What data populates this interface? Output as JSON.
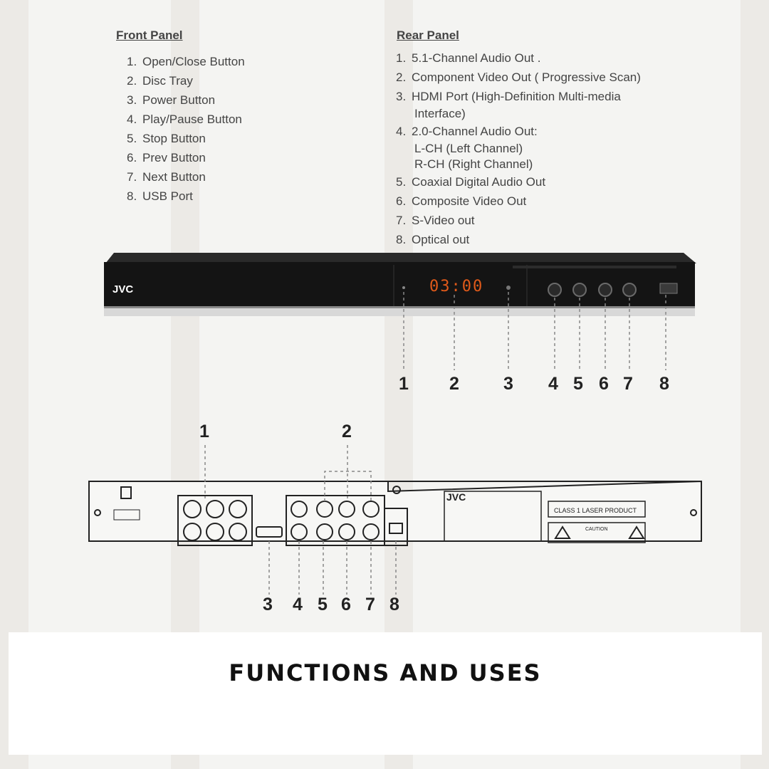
{
  "front_panel": {
    "heading": "Front Panel",
    "items": [
      {
        "n": "1.",
        "label": "Open/Close  Button"
      },
      {
        "n": "2.",
        "label": "Disc Tray"
      },
      {
        "n": "3.",
        "label": "Power Button"
      },
      {
        "n": "4.",
        "label": "Play/Pause Button"
      },
      {
        "n": "5.",
        "label": "Stop Button"
      },
      {
        "n": "6.",
        "label": "Prev Button"
      },
      {
        "n": "7.",
        "label": "Next Button"
      },
      {
        "n": "8.",
        "label": "USB Port"
      }
    ]
  },
  "rear_panel": {
    "heading": "Rear Panel",
    "items": [
      {
        "n": "1.",
        "label": "5.1-Channel Audio Out ."
      },
      {
        "n": "2.",
        "label": "Component  Video Out ( Progressive Scan)"
      },
      {
        "n": "3.",
        "label": "HDMI Port  (High-Definition Multi-media",
        "cont": [
          "Interface)"
        ]
      },
      {
        "n": "4.",
        "label": "2.0-Channel Audio Out:",
        "cont": [
          "L-CH (Left Channel)",
          "R-CH (Right Channel)"
        ]
      },
      {
        "n": "5.",
        "label": "Coaxial Digital Audio Out"
      },
      {
        "n": "6.",
        "label": "Composite Video Out"
      },
      {
        "n": "7.",
        "label": "S-Video out"
      },
      {
        "n": "8.",
        "label": "Optical out"
      }
    ]
  },
  "device": {
    "brand": "JVC",
    "display": "03:00",
    "rear_label_class": "CLASS 1 LASER PRODUCT",
    "rear_label_caution": "CAUTION"
  },
  "front_callouts": [
    "1",
    "2",
    "3",
    "4",
    "5",
    "6",
    "7",
    "8"
  ],
  "rear_callouts": [
    "1",
    "2",
    "3",
    "4",
    "5",
    "6",
    "7",
    "8"
  ],
  "banner": {
    "title": "FUNCTIONS AND USES"
  },
  "colors": {
    "display_digits": "#e05a1a",
    "player_body": "#141414"
  }
}
